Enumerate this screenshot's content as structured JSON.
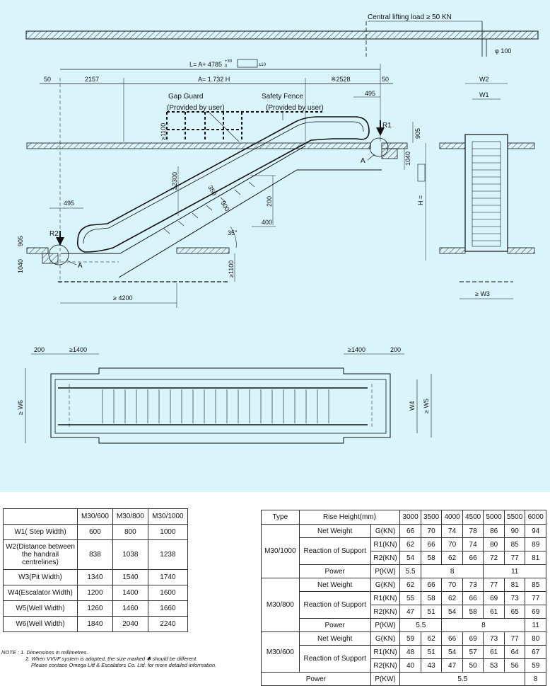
{
  "drawing": {
    "labels": {
      "central_load": "Central lifting load ≥ 50 KN",
      "phi100": "φ 100",
      "L": "L= A+ 4785",
      "tol_up": "+30",
      "tol_dn": "0",
      "pm10": "±10",
      "A": "A= 1.732 H",
      "d50_left": "50",
      "d2157": "2157",
      "d2528": "※2528",
      "d50_right": "50",
      "d495_top": "495",
      "gap_guard": "Gap Guard",
      "gap_guard_note": "(Provided by user)",
      "safety_fence": "Safety Fence",
      "safety_fence_note": "(Provided by user)",
      "r1": "R1",
      "r2": "R2",
      "a_top": "A",
      "a_bottom": "A",
      "d905_top": "905",
      "d1040_top": "1040",
      "h_label": "H =",
      "d1100_top": "≥1100",
      "d2300": "≥2300",
      "d350": "350",
      "d900": "900",
      "d200": "200",
      "d400": "400",
      "angle35": "35°",
      "d495_bottom": "495",
      "d905_bottom": "905",
      "d1040_bottom": "1040",
      "d1100_bottom": "≥1100",
      "d4200": "≥ 4200",
      "w2": "W2",
      "w1": "W1",
      "w3": "≥ W3",
      "d200_left": "200",
      "d1400_left": "≥1400",
      "d1400_right": "≥1400",
      "d200_right": "200",
      "w6": "≥ W6",
      "w4": "W4",
      "w5": "≥ W5"
    }
  },
  "dims_table": {
    "columns": [
      "M30/600",
      "M30/800",
      "M30/1000"
    ],
    "rows": [
      {
        "label": "W1( Step Width)",
        "values": [
          "600",
          "800",
          "1000"
        ]
      },
      {
        "label": "W2(Distance between the handrail centrelines)",
        "values": [
          "838",
          "1038",
          "1238"
        ]
      },
      {
        "label": "W3(Pit Width)",
        "values": [
          "1340",
          "1540",
          "1740"
        ]
      },
      {
        "label": "W4(Escalator Width)",
        "values": [
          "1200",
          "1400",
          "1600"
        ]
      },
      {
        "label": "W5(Well Width)",
        "values": [
          "1260",
          "1460",
          "1660"
        ]
      },
      {
        "label": "W6(Well Width)",
        "values": [
          "1840",
          "2040",
          "2240"
        ]
      }
    ]
  },
  "load_table": {
    "type_label": "Type",
    "rise_label": "Rise Height(mm)",
    "heights": [
      "3000",
      "3500",
      "4000",
      "4500",
      "5000",
      "5500",
      "6000"
    ],
    "groups": [
      {
        "type": "M30/1000",
        "g": [
          "66",
          "70",
          "74",
          "78",
          "86",
          "90",
          "94"
        ],
        "r1": [
          "62",
          "66",
          "70",
          "74",
          "80",
          "85",
          "89"
        ],
        "r2": [
          "54",
          "58",
          "62",
          "66",
          "72",
          "77",
          "81"
        ],
        "power": [
          "5.5",
          "8",
          "11"
        ]
      },
      {
        "type": "M30/800",
        "g": [
          "62",
          "66",
          "70",
          "73",
          "77",
          "81",
          "85"
        ],
        "r1": [
          "55",
          "58",
          "62",
          "66",
          "69",
          "73",
          "77"
        ],
        "r2": [
          "47",
          "51",
          "54",
          "58",
          "61",
          "65",
          "69"
        ],
        "power": [
          "5.5",
          "8",
          "11"
        ]
      },
      {
        "type": "M30/600",
        "g": [
          "59",
          "62",
          "66",
          "69",
          "73",
          "77",
          "80"
        ],
        "r1": [
          "48",
          "51",
          "54",
          "57",
          "61",
          "64",
          "67"
        ],
        "r2": [
          "40",
          "43",
          "47",
          "50",
          "53",
          "56",
          "59"
        ],
        "power": [
          "5.5",
          "8"
        ]
      }
    ],
    "labels": {
      "net_weight": "Net Weight",
      "reaction": "Reaction of Support",
      "power": "Power",
      "g": "G(KN)",
      "r1": "R1(KN)",
      "r2": "R2(KN)",
      "p": "P(KW)"
    }
  },
  "note": {
    "prefix": "NOTE : 1. Dimensions in millimetres.",
    "line2": "2. When VVVF system is adopted, the size marked ✱ should be different.",
    "line3": "Please contace Omega Lift & Escalators Co. Ltd. for more detailed information."
  },
  "colors": {
    "background": "#d9f5fb",
    "line": "#111111",
    "hatch": "#333333"
  }
}
